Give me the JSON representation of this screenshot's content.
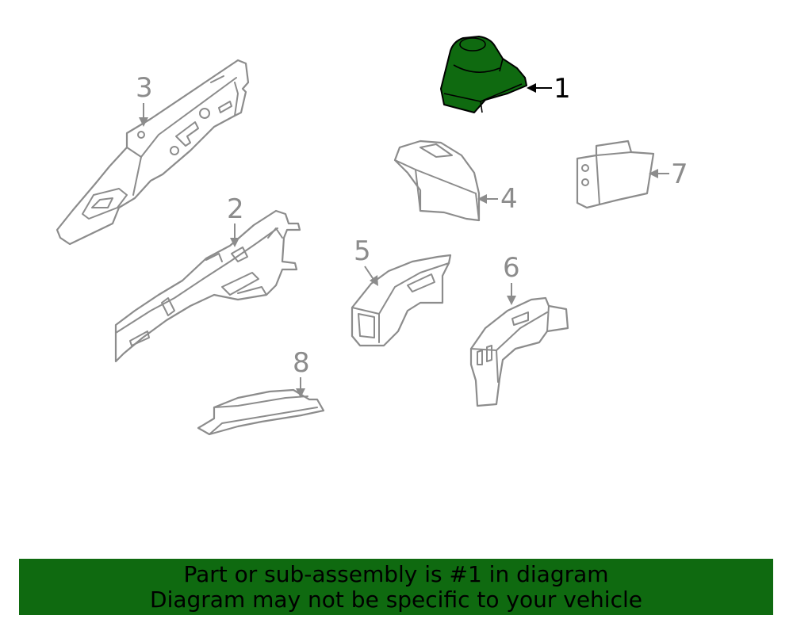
{
  "diagram": {
    "callouts": [
      {
        "number": "1",
        "highlighted": true
      },
      {
        "number": "2",
        "highlighted": false
      },
      {
        "number": "3",
        "highlighted": false
      },
      {
        "number": "4",
        "highlighted": false
      },
      {
        "number": "5",
        "highlighted": false
      },
      {
        "number": "6",
        "highlighted": false
      },
      {
        "number": "7",
        "highlighted": false
      },
      {
        "number": "8",
        "highlighted": false
      }
    ],
    "colors": {
      "highlight": "#0f6a10",
      "outline": "#8c8c8c",
      "active_label": "#000000"
    }
  },
  "banner": {
    "line1": "Part or sub-assembly is #1 in diagram",
    "line2": "Diagram may not be specific to your vehicle",
    "background": "#0f6a10"
  }
}
